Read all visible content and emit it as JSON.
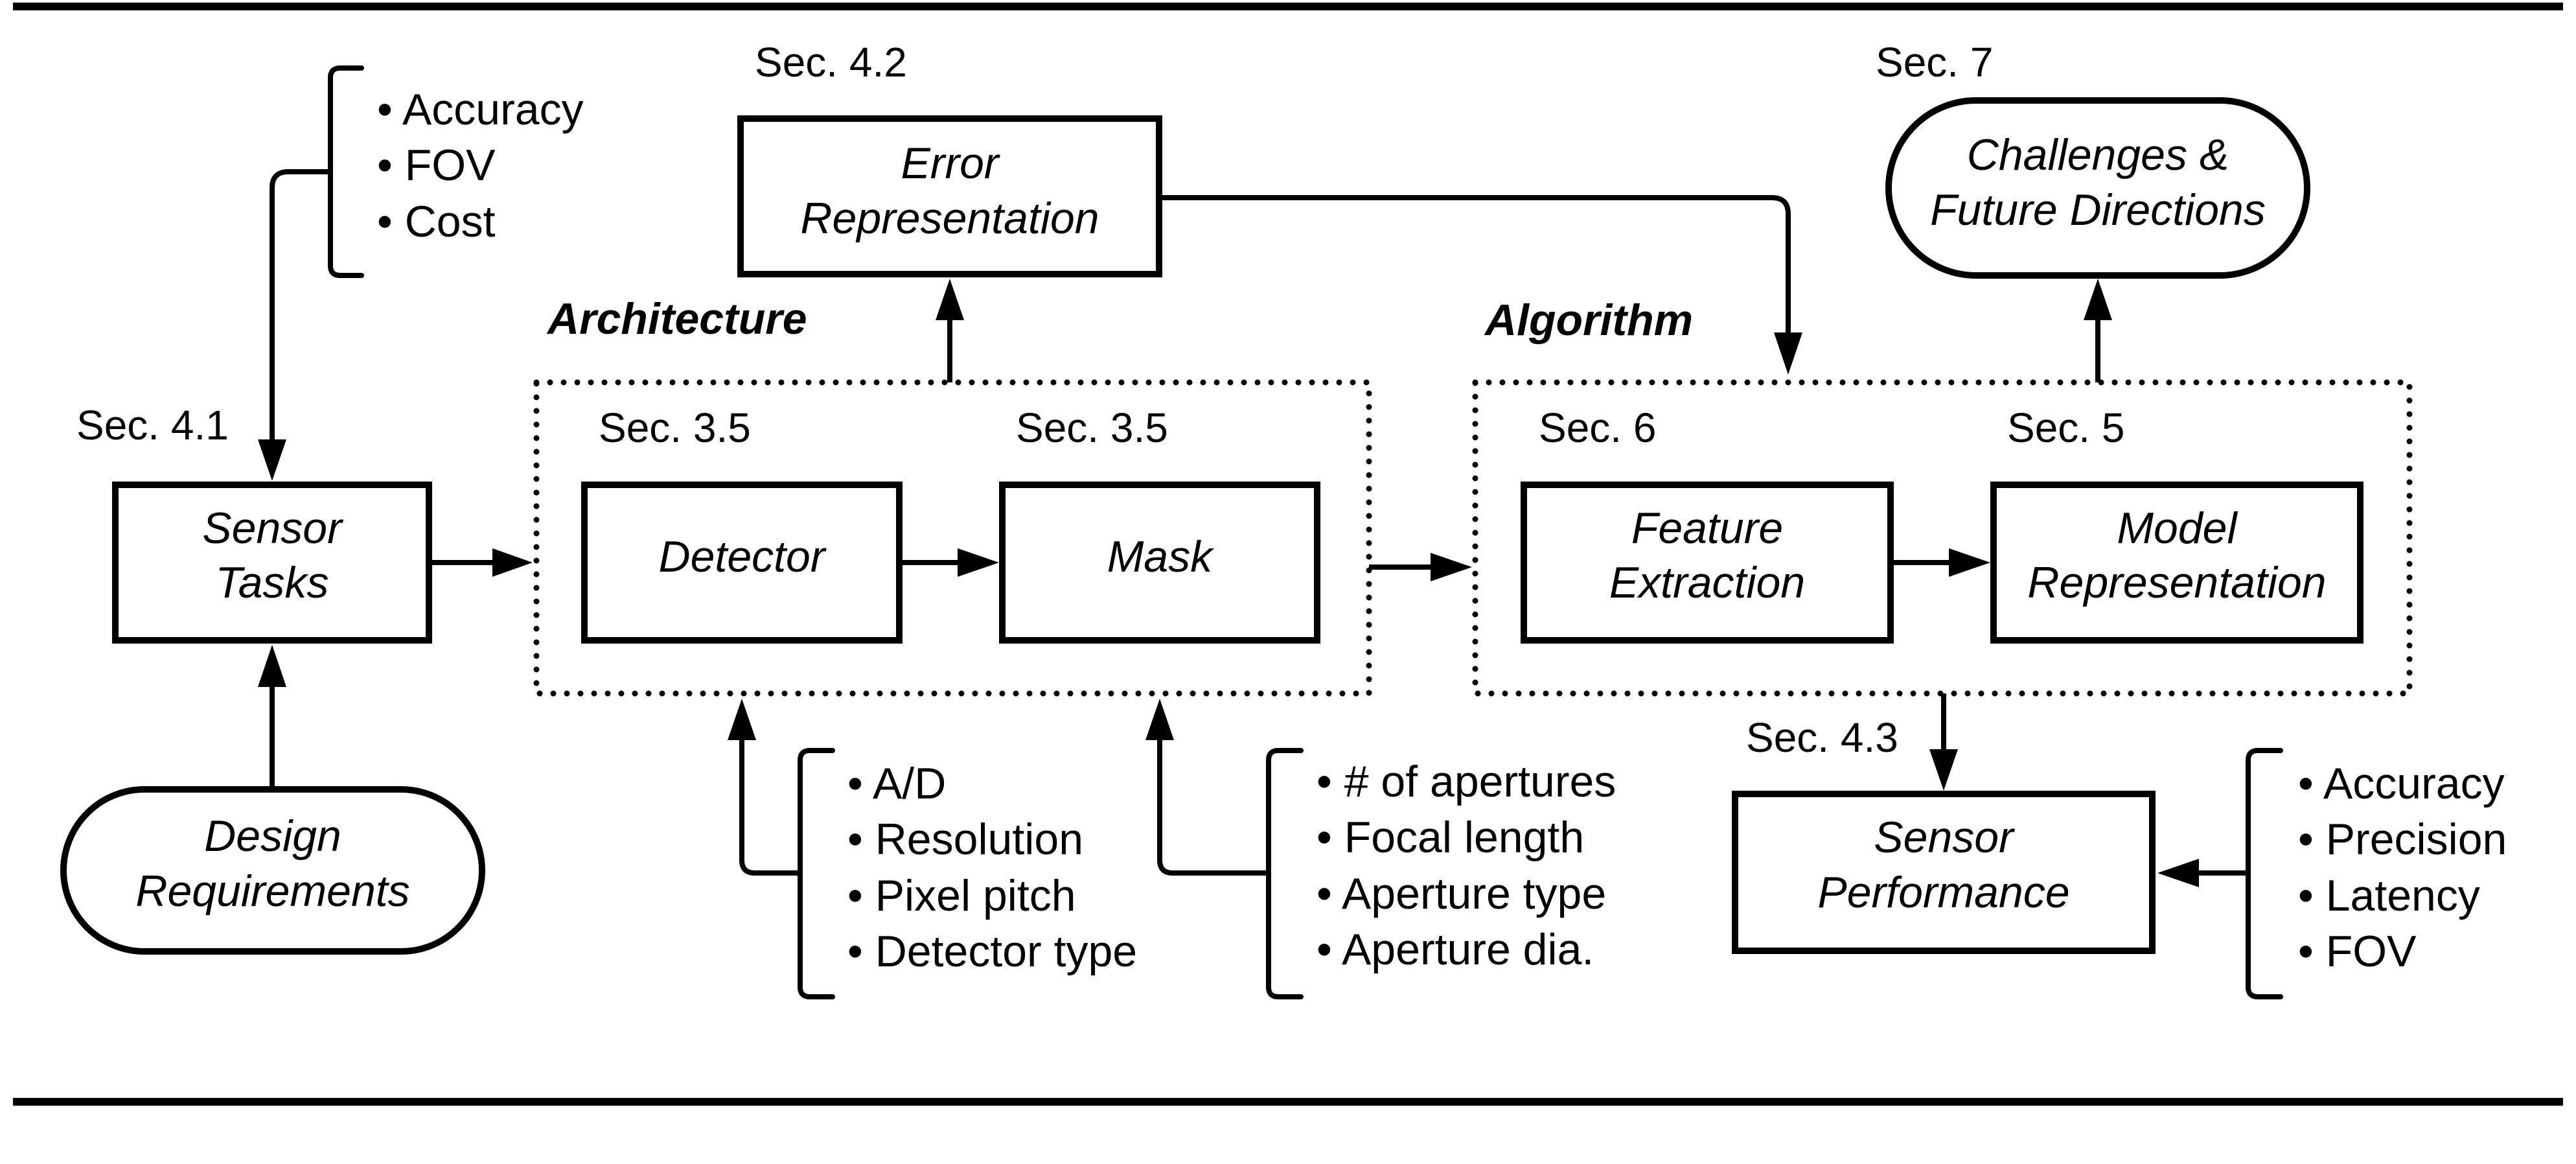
{
  "sections": {
    "architecture": "Architecture",
    "algorithm": "Algorithm"
  },
  "nodes": {
    "sensor_tasks": {
      "lines": [
        "Sensor",
        "Tasks"
      ],
      "sec": "Sec. 4.1"
    },
    "design_requirements": {
      "lines": [
        "Design",
        "Requirements"
      ]
    },
    "detector": {
      "lines": [
        "Detector"
      ],
      "sec": "Sec. 3.5"
    },
    "mask": {
      "lines": [
        "Mask"
      ],
      "sec": "Sec. 3.5"
    },
    "error_representation": {
      "lines": [
        "Error",
        "Representation"
      ],
      "sec": "Sec. 4.2"
    },
    "feature_extraction": {
      "lines": [
        "Feature",
        "Extraction"
      ],
      "sec": "Sec. 6"
    },
    "model_representation": {
      "lines": [
        "Model",
        "Representation"
      ],
      "sec": "Sec. 5"
    },
    "challenges": {
      "lines": [
        "Challenges &",
        "Future Directions"
      ],
      "sec": "Sec. 7"
    },
    "sensor_performance": {
      "lines": [
        "Sensor",
        "Performance"
      ],
      "sec": "Sec. 4.3"
    }
  },
  "lists": {
    "sensor_tasks_factors": [
      "• Accuracy",
      "• FOV",
      "• Cost"
    ],
    "detector_params": [
      "• A/D",
      "• Resolution",
      "• Pixel pitch",
      "• Detector type"
    ],
    "mask_params": [
      "• # of apertures",
      "• Focal length",
      "• Aperture type",
      "• Aperture dia."
    ],
    "performance_metrics": [
      "• Accuracy",
      "• Precision",
      "• Latency",
      "• FOV"
    ]
  }
}
